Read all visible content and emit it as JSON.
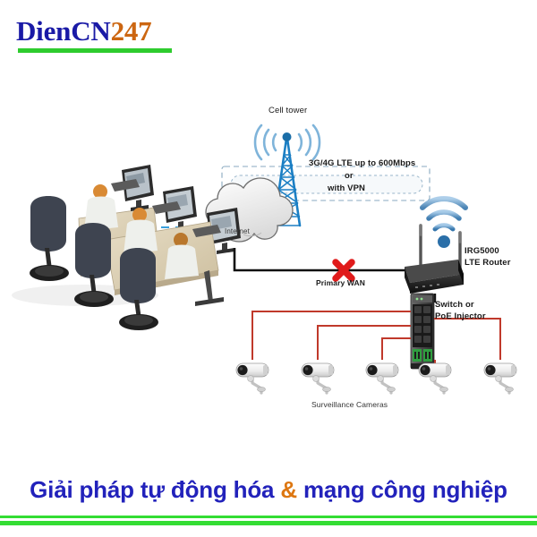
{
  "logo": {
    "part1": "DienCN",
    "part2": "247"
  },
  "diagram": {
    "title_labels": {
      "cell_tower": "Cell tower",
      "internet": "Internet",
      "link_line1": "3G/4G LTE up to 600Mbps",
      "link_line2": "or",
      "link_line3": "with VPN",
      "primary_wan": "Primary WAN",
      "router_line1": "IRG5000",
      "router_line2": "LTE Router",
      "switch_line1": "Switch or",
      "switch_line2": "PoE Injector",
      "cameras": "Surveillance Cameras"
    },
    "colors": {
      "tower": "#1b7fc4",
      "wifi": "#2e7fc1",
      "wan_line": "#111111",
      "wan_cross": "#e01b1b",
      "camera_cable": "#c0392b",
      "office_link": "#3aa0dd",
      "tunnel_dash": "#7aa7c7"
    },
    "counts": {
      "cameras": 5,
      "workstations": 3
    },
    "icons": {
      "cell_tower": "cell-tower-icon",
      "cloud": "internet-cloud-icon",
      "router": "lte-router-icon",
      "switch": "network-switch-icon",
      "camera": "bullet-camera-icon",
      "office": "office-workstations-icon",
      "wifi": "wifi-signal-icon",
      "cross": "red-x-icon"
    }
  },
  "banner": {
    "text_before": "Giải pháp tự động hóa ",
    "amp": "&",
    "text_after": " mạng công nghiệp"
  }
}
